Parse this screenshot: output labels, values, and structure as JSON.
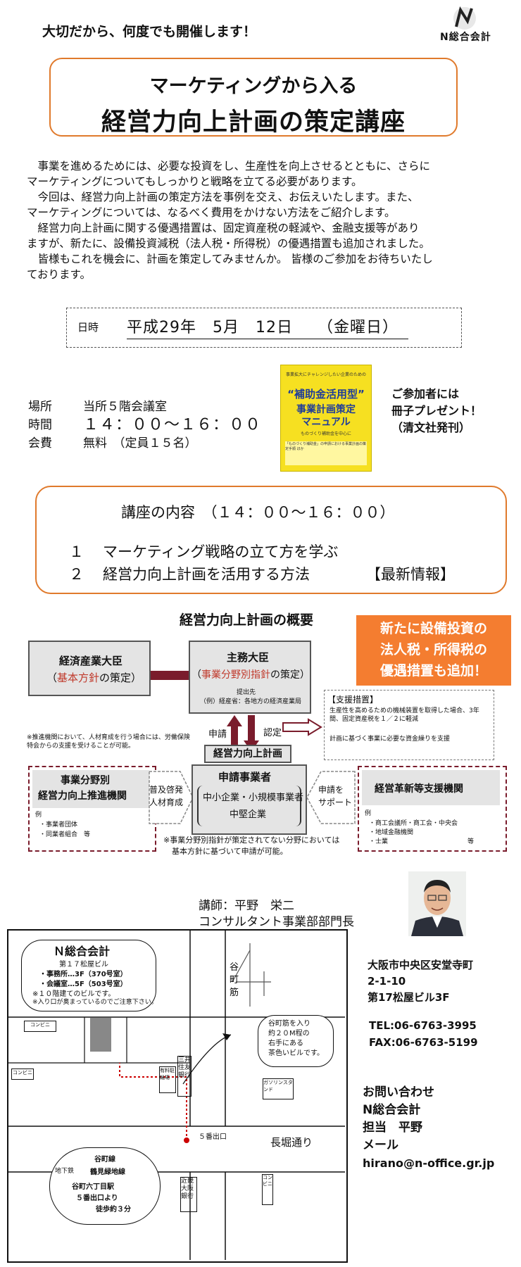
{
  "header": {
    "tagline": "大切だから、何度でも開催します！",
    "logo": "N総合会計"
  },
  "title": {
    "line1": "マーケティングから入る",
    "line2": "経営力向上計画の策定講座"
  },
  "intro": [
    "　事業を進めるためには、必要な投資をし、生産性を向上させるとともに、さらに",
    "マーケティングについてもしっかりと戦略を立てる必要があります。",
    "　今回は、経営力向上計画の策定方法を事例を交え、お伝えいたします。また、",
    "マーケティングについては、なるべく費用をかけない方法をご紹介します。",
    "　経営力向上計画に関する優遇措置は、固定資産税の軽減や、金融支援等があり",
    "ますが、新たに、設備投資減税（法人税・所得税）の優遇措置も追加されました。",
    "　皆様もこれを機会に、計画を策定してみませんか。 皆様のご参加をお待ちいたし",
    "ております。"
  ],
  "date": {
    "label": "日時",
    "value": "平成29年　5月　12日　　（金曜日）"
  },
  "info": {
    "place_label": "場所",
    "place_value": "当所５階会議室",
    "time_label": "時間",
    "time_value": "１４：００～１６：００",
    "fee_label": "会費",
    "fee_value": "無料　（定員１５名）"
  },
  "book": {
    "top_text": "事業拡大にチャレンジしたい企業のための",
    "title1": "“補助金活用型”",
    "title2": "事業計画策定",
    "title3": "マニュアル",
    "sub": "ものづくり補助金を中心に",
    "bottom_text": "「ものづくり補助金」の申請における事業計画の策定手順 ほか"
  },
  "gift": [
    "ご参加者には",
    "冊子プレゼント！",
    "（清文社発刊）"
  ],
  "course": {
    "heading": "講座の内容　（１４：００～１６：００）",
    "item1_no": "１",
    "item1_text": "マーケティング戦略の立て方を学ぶ",
    "item2_no": "２",
    "item2_text": "経営力向上計画を活用する方法",
    "item2_tag": "【最新情報】"
  },
  "overview": {
    "title": "経営力向上計画の概要",
    "banner": [
      "新たに設備投資の",
      "法人税・所得税の",
      "優遇措置も追加！"
    ],
    "keizai_title": "経済産業大臣",
    "keizai_red": "基本方針",
    "keizai_suffix": "の策定）",
    "keizai_prefix": "（",
    "shumu_title": "主務大臣",
    "shumu_prefix": "（",
    "shumu_red": "事業分野別指針",
    "shumu_suffix": "の策定）",
    "teishutsu": "提出先",
    "teishutsu_ex": "（例）経産省：各地方の経済産業局",
    "shinsei": "申請",
    "nintei": "認定",
    "support_title": "【支援措置】",
    "support1": "生産性を高めるための機械装置を取得した場合、3年間、固定資産税を１／２に軽減",
    "support2": "計画に基づく事業に必要な資金繰りを支援",
    "note1": "※推進機関において、人材育成を行う場合には、労働保険特会からの支援を受けることが可能。",
    "plan_label": "経営力向上計画",
    "left_org1": "事業分野別",
    "left_org2": "経営力向上推進機関",
    "left_ex_label": "例",
    "left_ex1": "・事業者団体",
    "left_ex2": "・同業者組合　等",
    "left_arrow1": "普及啓発",
    "left_arrow2": "人材育成",
    "applicant_title": "申請事業者",
    "applicant1": "中小企業・小規模事業者",
    "applicant2": "中堅企業",
    "right_arrow1": "申請を",
    "right_arrow2": "サポート",
    "right_org": "経営革新等支援機関",
    "right_ex_label": "例",
    "right_ex1": "・商工会議所・商工会・中央会",
    "right_ex2": "・地域金融機関",
    "right_ex3": "・士業",
    "right_ex4": "等",
    "note2": "※事業分野別指針が策定されてない分野においては",
    "note3": "基本方針に基づいて申請が可能。"
  },
  "lecturer": {
    "line1": "講師：平野　栄二",
    "line2": "コンサルタント事業部部門長"
  },
  "map": {
    "office_name": "Ｎ総合会計",
    "bldg": "第１７松屋ビル",
    "office_line": "・事務所…3F（370号室）",
    "meeting_line": "・会議室…5F（503号室）",
    "note1": "※１０階建てのビルです。",
    "note2": "※入り口が奥まっているのでご注意下さい。",
    "street_v": "谷町筋",
    "conv1": "コンビニ",
    "conv2": "コンビニ",
    "conv3": "コンビニ",
    "bike": "有料駐輪場",
    "bank1": "三井住友銀行",
    "gas": "ガソリンスタンド",
    "callout": [
      "谷町筋を入り",
      "約２０M程の",
      "右手にある",
      "茶色いビルです。"
    ],
    "exit": "５番出口",
    "street_h": "長堀通り",
    "bank2": "近畿大阪銀行",
    "station": [
      "地下鉄",
      "谷町線",
      "鶴見緑地線",
      "谷町六丁目駅",
      "５番出口より",
      "徒歩約３分"
    ]
  },
  "address": [
    "大阪市中央区安堂寺町",
    "2-1-10",
    "第17松屋ビル3F"
  ],
  "tel": "TEL:06-6763-3995",
  "fax": "FAX:06-6763-5199",
  "contact": {
    "line1": "お問い合わせ",
    "line2": "N総合会計",
    "line3": "担当　平野",
    "line4": "メール",
    "email": "hirano@n-office.gr.jp"
  },
  "colors": {
    "accent": "#e07a2c",
    "banner": "#f47d30",
    "maroon": "#7a1c2c",
    "red": "#c0392b"
  }
}
